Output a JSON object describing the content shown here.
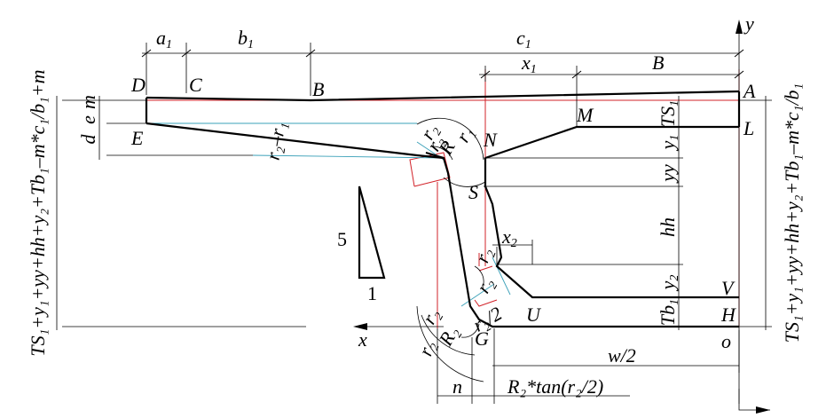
{
  "points": {
    "A": "A",
    "B": "B",
    "C": "C",
    "D": "D",
    "E": "E",
    "G": "G",
    "H": "H",
    "L": "L",
    "M": "M",
    "N": "N",
    "o": "o",
    "S": "S",
    "U": "U",
    "V": "V"
  },
  "axes": {
    "x": "x",
    "y": "y"
  },
  "dims": {
    "a1": "a",
    "a1_sub": "1",
    "b1": "b",
    "b1_sub": "1",
    "c1": "c",
    "c1_sub": "1",
    "x1": "x",
    "x1_sub": "1",
    "B": "B",
    "e": "e",
    "m": "m",
    "d": "d",
    "TS1": "TS",
    "TS1_sub": "1",
    "y1": "y",
    "y1_sub": "1",
    "yy": "yy",
    "hh": "hh",
    "y2": "y",
    "y2_sub": "2",
    "Tb1": "Tb",
    "Tb1_sub": "1",
    "x2": "x",
    "x2_sub": "2",
    "n": "n",
    "w2": "w/2",
    "R2tan": "R₂*tan(r₂/2)",
    "r2_r1": "r₂–r₁",
    "r1": "r₁",
    "r2_a": "r₂",
    "R1": "R",
    "r2_b": "r₂",
    "r2_c": "r₂",
    "r2_d": "r₂",
    "r2_e": "r₂",
    "r2_f": "r₂",
    "R2": "R₂",
    "r2half": "r₂/2"
  },
  "slope": {
    "rise": "5",
    "run": "1"
  },
  "side_labels": {
    "left": "TS₁+y₁+yy+hh+y₂+Tb₁–m*c₁/b₁+m",
    "right": "TS₁+y₁+yy+hh+y₂+Tb₁–m*c₁/b₁"
  }
}
